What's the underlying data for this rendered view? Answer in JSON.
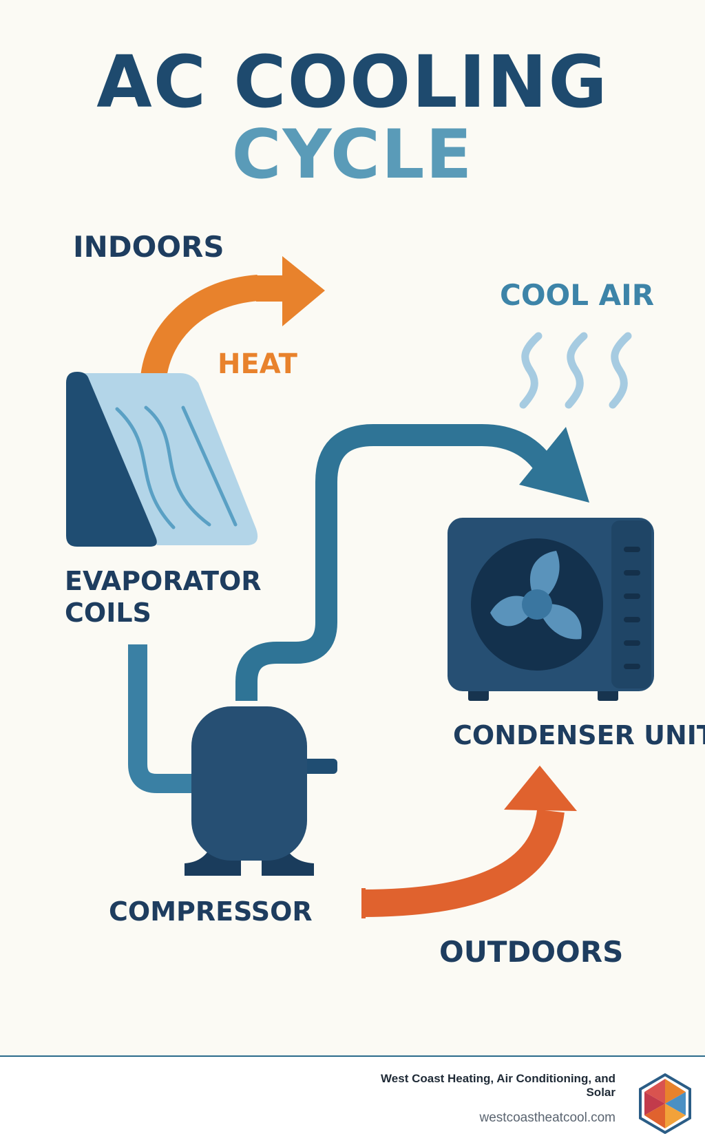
{
  "title": {
    "line1": "AC COOLING",
    "line2": "CYCLE"
  },
  "labels": {
    "indoors": "INDOORS",
    "heat": "HEAT",
    "cool_air": "COOL AIR",
    "evaporator_line1": "EVAPORATOR",
    "evaporator_line2": "COILS",
    "condenser": "CONDENSER UNIT",
    "compressor": "COMPRESSOR",
    "outdoors": "OUTDOORS"
  },
  "footer": {
    "company": "West Coast Heating, Air Conditioning, and Solar",
    "website": "westcoastheatcool.com"
  },
  "colors": {
    "background": "#fbfaf4",
    "navy": "#1e4a6e",
    "light_blue_title": "#5a9bb8",
    "pipe_blue": "#2f7496",
    "heat_orange": "#e8822c",
    "outdoor_orange": "#e0622e",
    "coil_light": "#b3d5e8",
    "unit_dark": "#264f73"
  },
  "icons": [
    "evaporator-coil-icon",
    "condenser-fan-icon",
    "compressor-icon",
    "heat-arrow-icon",
    "cool-air-waves-icon",
    "hexagon-logo-icon"
  ]
}
